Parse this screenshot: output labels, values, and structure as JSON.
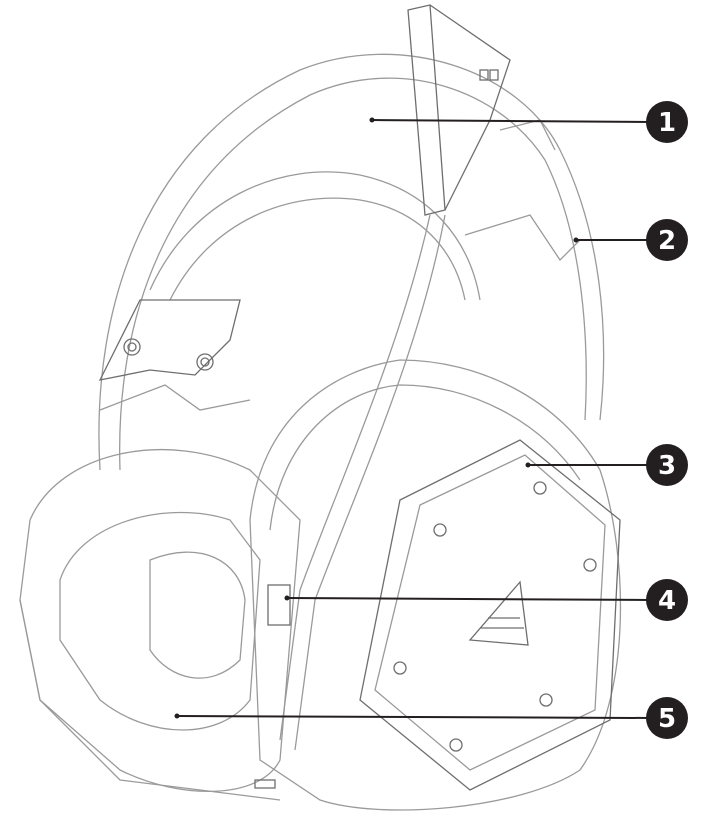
{
  "callouts": [
    {
      "label": "1"
    },
    {
      "label": "2"
    },
    {
      "label": "3"
    },
    {
      "label": "4"
    },
    {
      "label": "5"
    }
  ],
  "colors": {
    "callout": "#231f20",
    "line_art": "#9a9a9a"
  }
}
